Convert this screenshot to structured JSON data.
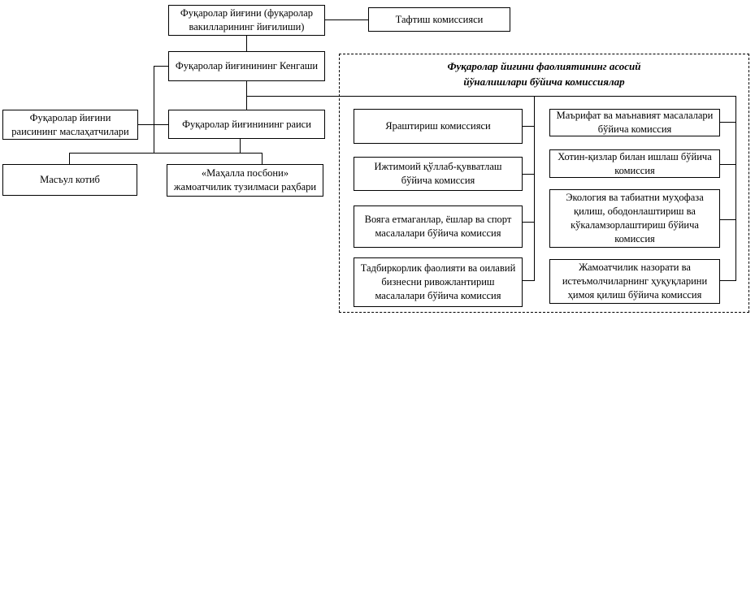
{
  "colors": {
    "background": "#ffffff",
    "line": "#000000",
    "text": "#000000"
  },
  "org_chart": {
    "nodes": {
      "assembly": {
        "label": "Фуқаролар йиғини (фуқаролар\nвакилларининг йиғилиши)"
      },
      "audit_commission": {
        "label": "Тафтиш комиссияси"
      },
      "council": {
        "label": "Фуқаролар йиғинининг Кенгаши"
      },
      "chairman": {
        "label": "Фуқаролар йиғинининг раиси"
      },
      "advisors": {
        "label": "Фуқаролар йиғини\nраисининг маслаҳатчилари"
      },
      "secretary": {
        "label": "Масъул котиб"
      },
      "mahalla_posboni": {
        "label": "«Маҳалла посбони»\nжамоатчилик тузилмаси раҳбари"
      }
    },
    "commissions_group": {
      "title": "Фуқаролар йиғини фаолиятининг асосий\nйўналишлари бўйича комиссиялар",
      "left_column": [
        {
          "label": "Яраштириш комиссияси"
        },
        {
          "label": "Ижтимоий қўллаб-қувватлаш\nбўйича комиссия"
        },
        {
          "label": "Вояга етмаганлар, ёшлар ва спорт\nмасалалари бўйича комиссия"
        },
        {
          "label": "Тадбиркорлик фаолияти ва оилавий\nбизнесни ривожлантириш\nмасалалари бўйича комиссия"
        }
      ],
      "right_column": [
        {
          "label": "Маърифат ва маънавият масалалари\nбўйича комиссия"
        },
        {
          "label": "Хотин-қизлар билан ишлаш бўйича\nкомиссия"
        },
        {
          "label": "Экология ва табиатни муҳофаза\nқилиш, ободонлаштириш ва\nкўкаламзорлаштириш бўйича\nкомиссия"
        },
        {
          "label": "Жамоатчилик назорати ва\nистеъмолчиларнинг ҳуқуқларини\nҳимоя қилиш бўйича комиссия"
        }
      ]
    }
  }
}
